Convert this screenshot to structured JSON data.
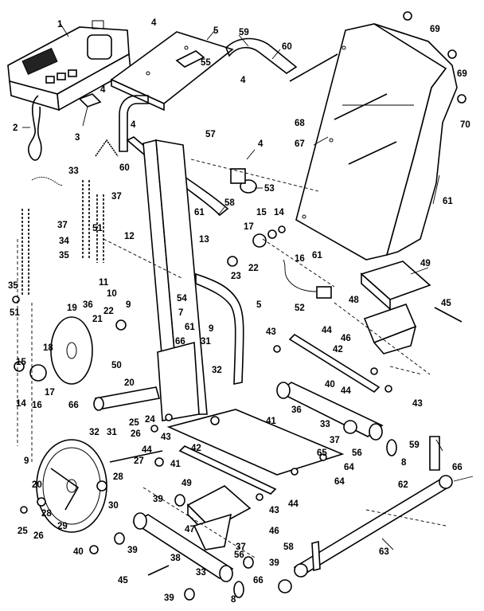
{
  "diagram": {
    "callouts": {
      "c1": "1",
      "c2": "2",
      "c3": "3",
      "c4a": "4",
      "c4b": "4",
      "c4c": "4",
      "c4d": "4",
      "c4e": "4",
      "c5a": "5",
      "c5b": "5",
      "c7": "7",
      "c8a": "8",
      "c8b": "8",
      "c9a": "9",
      "c9b": "9",
      "c9c": "9",
      "c10": "10",
      "c11": "11",
      "c12": "12",
      "c13": "13",
      "c14a": "14",
      "c14b": "14",
      "c15a": "15",
      "c15b": "15",
      "c16a": "16",
      "c16b": "16",
      "c17a": "17",
      "c17b": "17",
      "c18": "18",
      "c19": "19",
      "c20a": "20",
      "c20b": "20",
      "c21": "21",
      "c22a": "22",
      "c22b": "22",
      "c23": "23",
      "c24": "24",
      "c25a": "25",
      "c25b": "25",
      "c26a": "26",
      "c26b": "26",
      "c27": "27",
      "c28a": "28",
      "c28b": "28",
      "c29": "29",
      "c30": "30",
      "c31a": "31",
      "c31b": "31",
      "c32a": "32",
      "c32b": "32",
      "c33a": "33",
      "c33b": "33",
      "c33c": "33",
      "c34": "34",
      "c35a": "35",
      "c35b": "35",
      "c36a": "36",
      "c36b": "36",
      "c37a": "37",
      "c37b": "37",
      "c37c": "37",
      "c37d": "37",
      "c38": "38",
      "c39a": "39",
      "c39b": "39",
      "c39c": "39",
      "c39d": "39",
      "c40a": "40",
      "c40b": "40",
      "c41a": "41",
      "c41b": "41",
      "c42a": "42",
      "c42b": "42",
      "c43a": "43",
      "c43b": "43",
      "c43c": "43",
      "c43d": "43",
      "c44a": "44",
      "c44b": "44",
      "c44c": "44",
      "c44d": "44",
      "c45a": "45",
      "c45b": "45",
      "c46a": "46",
      "c46b": "46",
      "c47": "47",
      "c48": "48",
      "c49a": "49",
      "c49b": "49",
      "c50": "50",
      "c51a": "51",
      "c51b": "51",
      "c52": "52",
      "c53": "53",
      "c54": "54",
      "c55": "55",
      "c56a": "56",
      "c56b": "56",
      "c57": "57",
      "c58a": "58",
      "c58b": "58",
      "c59a": "59",
      "c59b": "59",
      "c60a": "60",
      "c60b": "60",
      "c61a": "61",
      "c61b": "61",
      "c61c": "61",
      "c62": "62",
      "c63": "63",
      "c64a": "64",
      "c64b": "64",
      "c65": "65",
      "c66a": "66",
      "c66b": "66",
      "c66c": "66",
      "c66d": "66",
      "c67": "67",
      "c68": "68",
      "c69a": "69",
      "c69b": "69",
      "c70": "70"
    }
  }
}
